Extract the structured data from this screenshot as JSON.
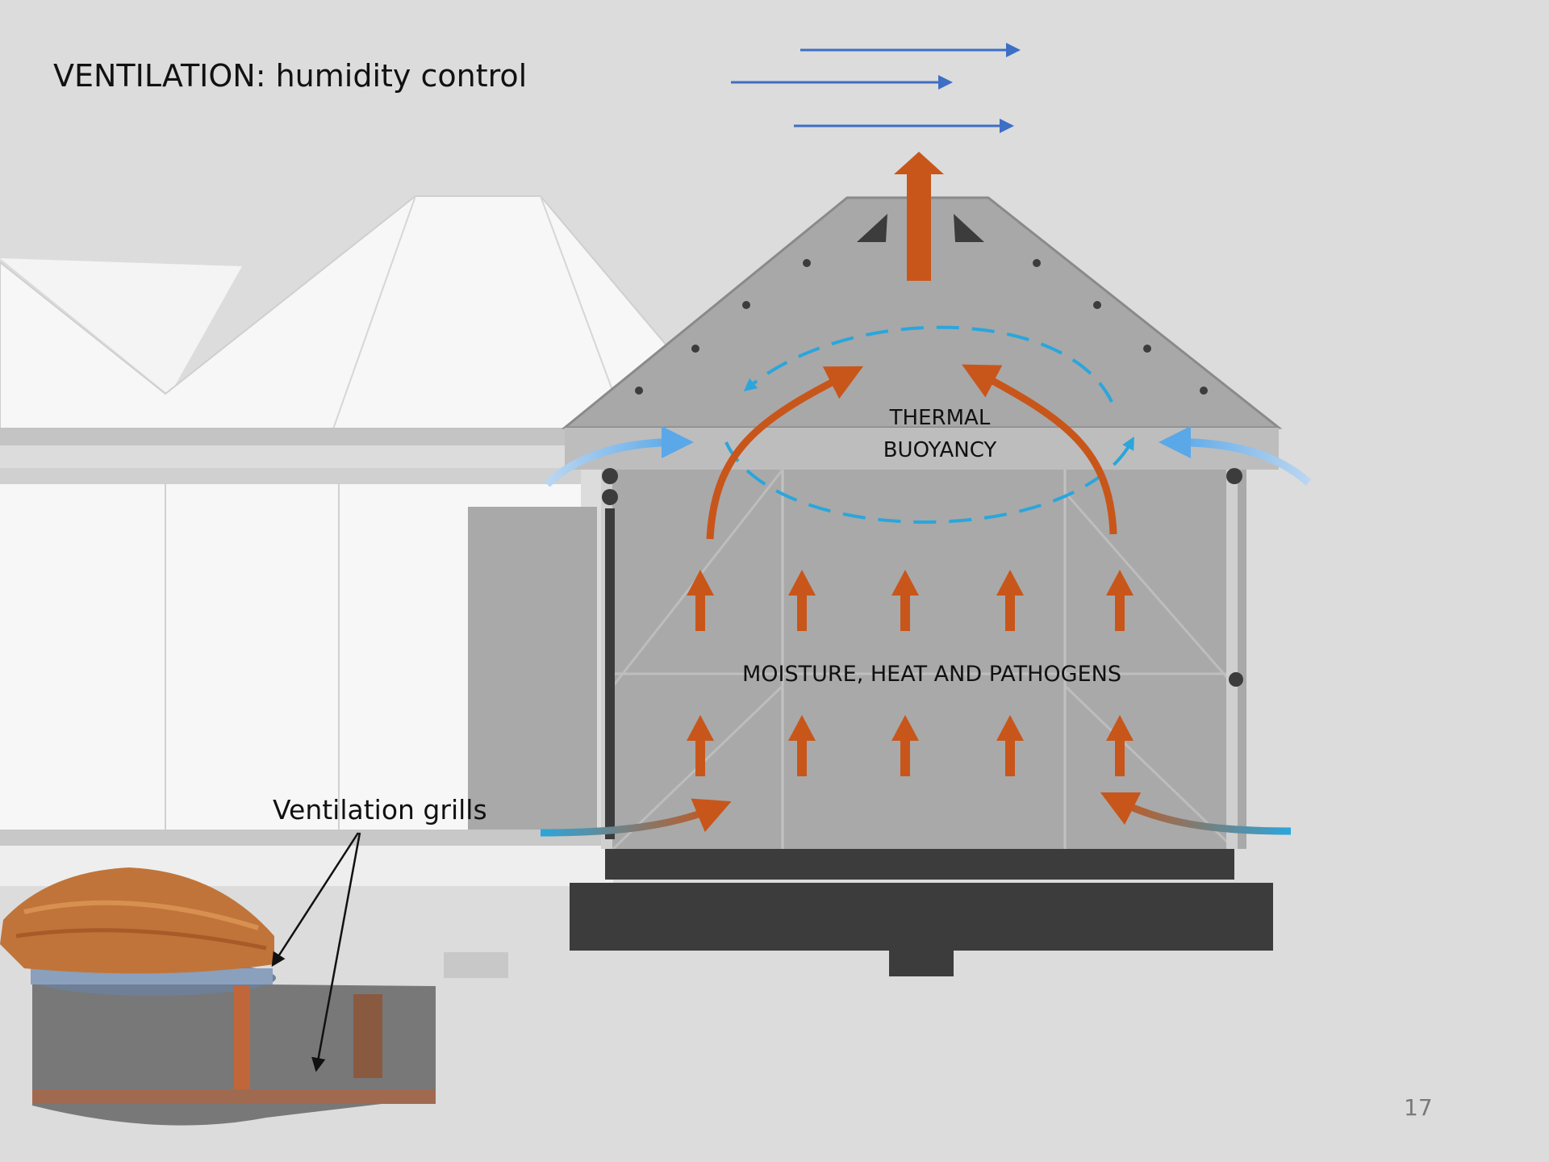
{
  "slide": {
    "title": "VENTILATION: humidity control",
    "page_number": "17"
  },
  "labels": {
    "thermal_line1": "THERMAL",
    "thermal_line2": "BUOYANCY",
    "moisture": "MOISTURE, HEAT AND PATHOGENS",
    "grills": "Ventilation grills"
  },
  "colors": {
    "background": "#dcdcdc",
    "warm_arrow": "#c8561a",
    "cool_arrow": "#2aa6dc",
    "wind_arrow": "#3d6fc4",
    "dark_base": "#3c3c3c"
  }
}
